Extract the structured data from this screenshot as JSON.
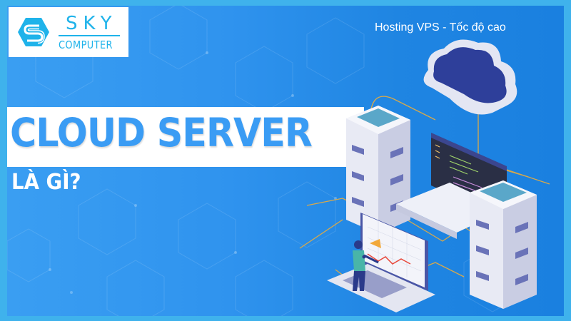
{
  "logo": {
    "brand_top": "SKY",
    "brand_bottom": "COMPUTER",
    "icon": "sky-computer-hexagon-s-icon",
    "color": "#1fb3ea"
  },
  "tagline": "Hosting VPS - Tốc độ cao",
  "headline": {
    "title": "CLOUD SERVER",
    "subtitle": "LÀ GÌ?"
  },
  "illustration": {
    "elements": [
      "cloud-icon",
      "server-rack-left",
      "code-monitor",
      "server-rack-right",
      "laptop-with-chart",
      "person-analyst"
    ]
  },
  "colors": {
    "frame": "#3fb2ec",
    "background_left": "#3a9ef2",
    "background_right": "#1a80e0",
    "title_blue": "#3a9cf4",
    "banner": "#ffffff",
    "cloud_inner": "#2e3f9a",
    "wire": "#d9a94a"
  }
}
